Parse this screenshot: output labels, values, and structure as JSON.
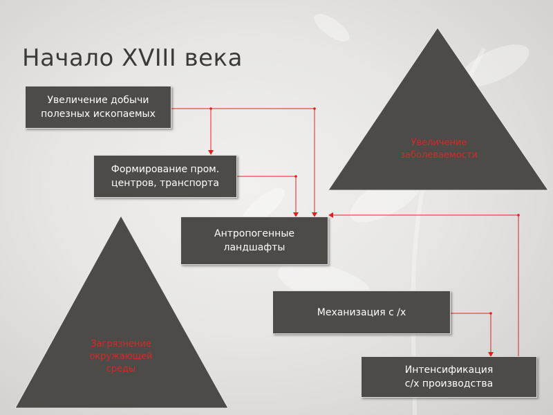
{
  "title": "Начало XVIII века",
  "boxes": {
    "mining": "Увеличение добычи\nполезных ископаемых",
    "industrial_centers": "Формирование пром.\nцентров, транспорта",
    "landscapes": "Антропогенные\nландшафты",
    "mechanization": "Механизация с /х",
    "intensification": "Интенсификация\nс/х производства"
  },
  "triangles": {
    "morbidity": "Увеличение\nзаболеваемости",
    "pollution": "Загрязнение\nокружающей\nсреды"
  },
  "colors": {
    "box_fill": "#4d4b47",
    "triangle_fill": "#4d4b47",
    "triangle_text": "#d42a2a",
    "connector": "#e11f1f"
  }
}
